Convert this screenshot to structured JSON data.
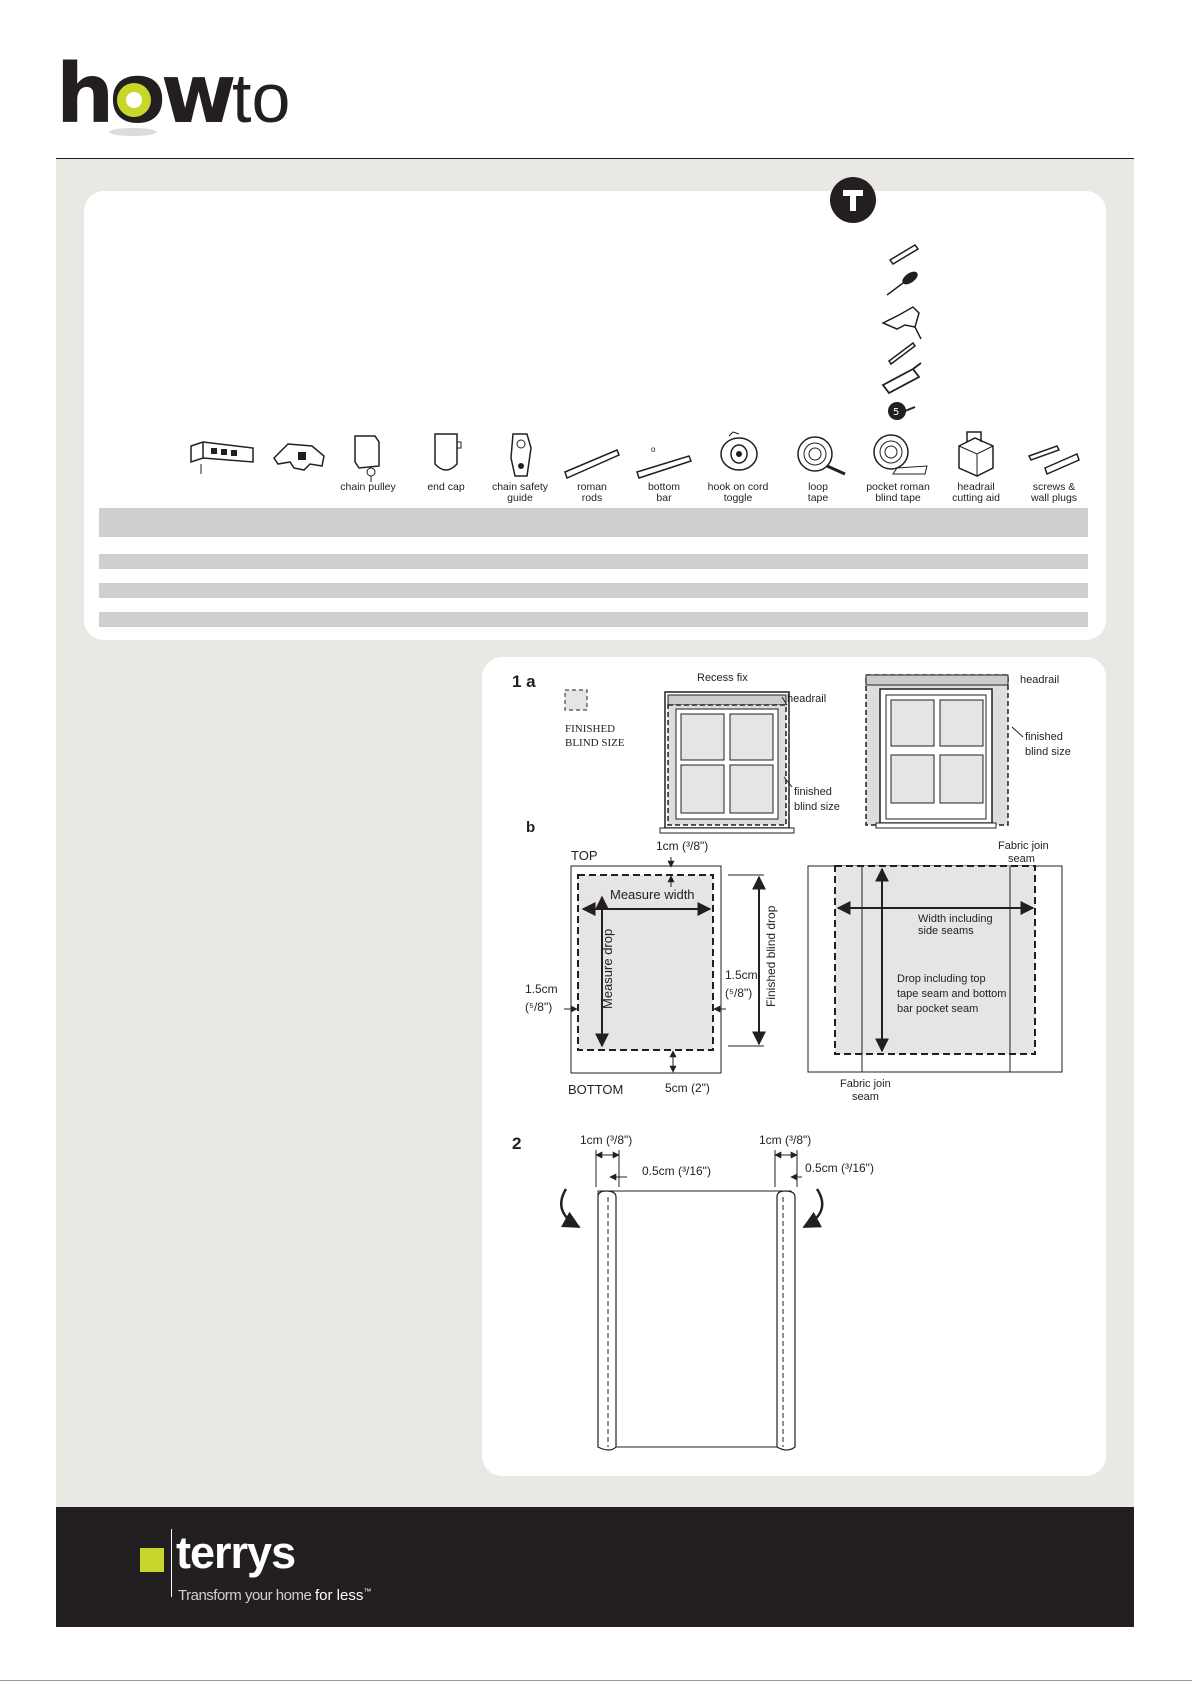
{
  "header": {
    "logo_text_how": "how",
    "logo_text_to": "to",
    "brand_color_green": "#c8d62b"
  },
  "tools_icon_name": "tools-badge-icon",
  "tools_list": [
    "pencil-icon",
    "screwdriver-icon",
    "drill-icon",
    "drill-bit-icon",
    "hacksaw-icon",
    "tape-measure-icon"
  ],
  "parts": [
    {
      "name": "headrail-icon",
      "label1": "",
      "label2": ""
    },
    {
      "name": "bracket-icon",
      "label1": "",
      "label2": ""
    },
    {
      "name": "chain-pulley-icon",
      "label1": "chain pulley",
      "label2": ""
    },
    {
      "name": "end-cap-icon",
      "label1": "end cap",
      "label2": ""
    },
    {
      "name": "chain-safety-guide-icon",
      "label1": "chain safety",
      "label2": "guide"
    },
    {
      "name": "roman-rods-icon",
      "label1": "roman",
      "label2": "rods"
    },
    {
      "name": "bottom-bar-icon",
      "label1": "bottom",
      "label2": "bar"
    },
    {
      "name": "cord-toggle-icon",
      "label1": "hook on cord",
      "label2": "toggle"
    },
    {
      "name": "loop-tape-icon",
      "label1": "loop",
      "label2": "tape"
    },
    {
      "name": "blind-tape-icon",
      "label1": "pocket roman",
      "label2": "blind tape"
    },
    {
      "name": "cutting-aid-icon",
      "label1": "headrail",
      "label2": "cutting aid"
    },
    {
      "name": "screws-icon",
      "label1": "screws &",
      "label2": "wall plugs"
    }
  ],
  "diagram": {
    "step1a": "1 a",
    "legend_line1": "FINISHED",
    "legend_line2": "BLIND SIZE",
    "recess_fix": "Recess fix",
    "headrail": "headrail",
    "finished": "finished",
    "blind_size": "blind size",
    "step1b": "b",
    "top": "TOP",
    "bottom": "BOTTOM",
    "top_margin": "1cm (³/8\")",
    "measure_width": "Measure width",
    "measure_drop": "Measure drop",
    "side_margin_cm": "1.5cm",
    "side_margin_in": "(⁵/8\")",
    "finished_blind_drop": "Finished blind drop",
    "bottom_margin": "5cm (2\")",
    "fabric_join": "Fabric join",
    "seam": "seam",
    "width_incl_1": "Width including",
    "width_incl_2": "side seams",
    "drop_incl_1": "Drop including top",
    "drop_incl_2": "tape seam and bottom",
    "drop_incl_3": "bar pocket seam",
    "step2": "2",
    "fold_1cm": "1cm (³/8\")",
    "fold_05cm": "0.5cm (³/16\")"
  },
  "footer": {
    "brand": "terrys",
    "tagline_a": "Transform your home ",
    "tagline_b": "for less",
    "tm": "™"
  }
}
